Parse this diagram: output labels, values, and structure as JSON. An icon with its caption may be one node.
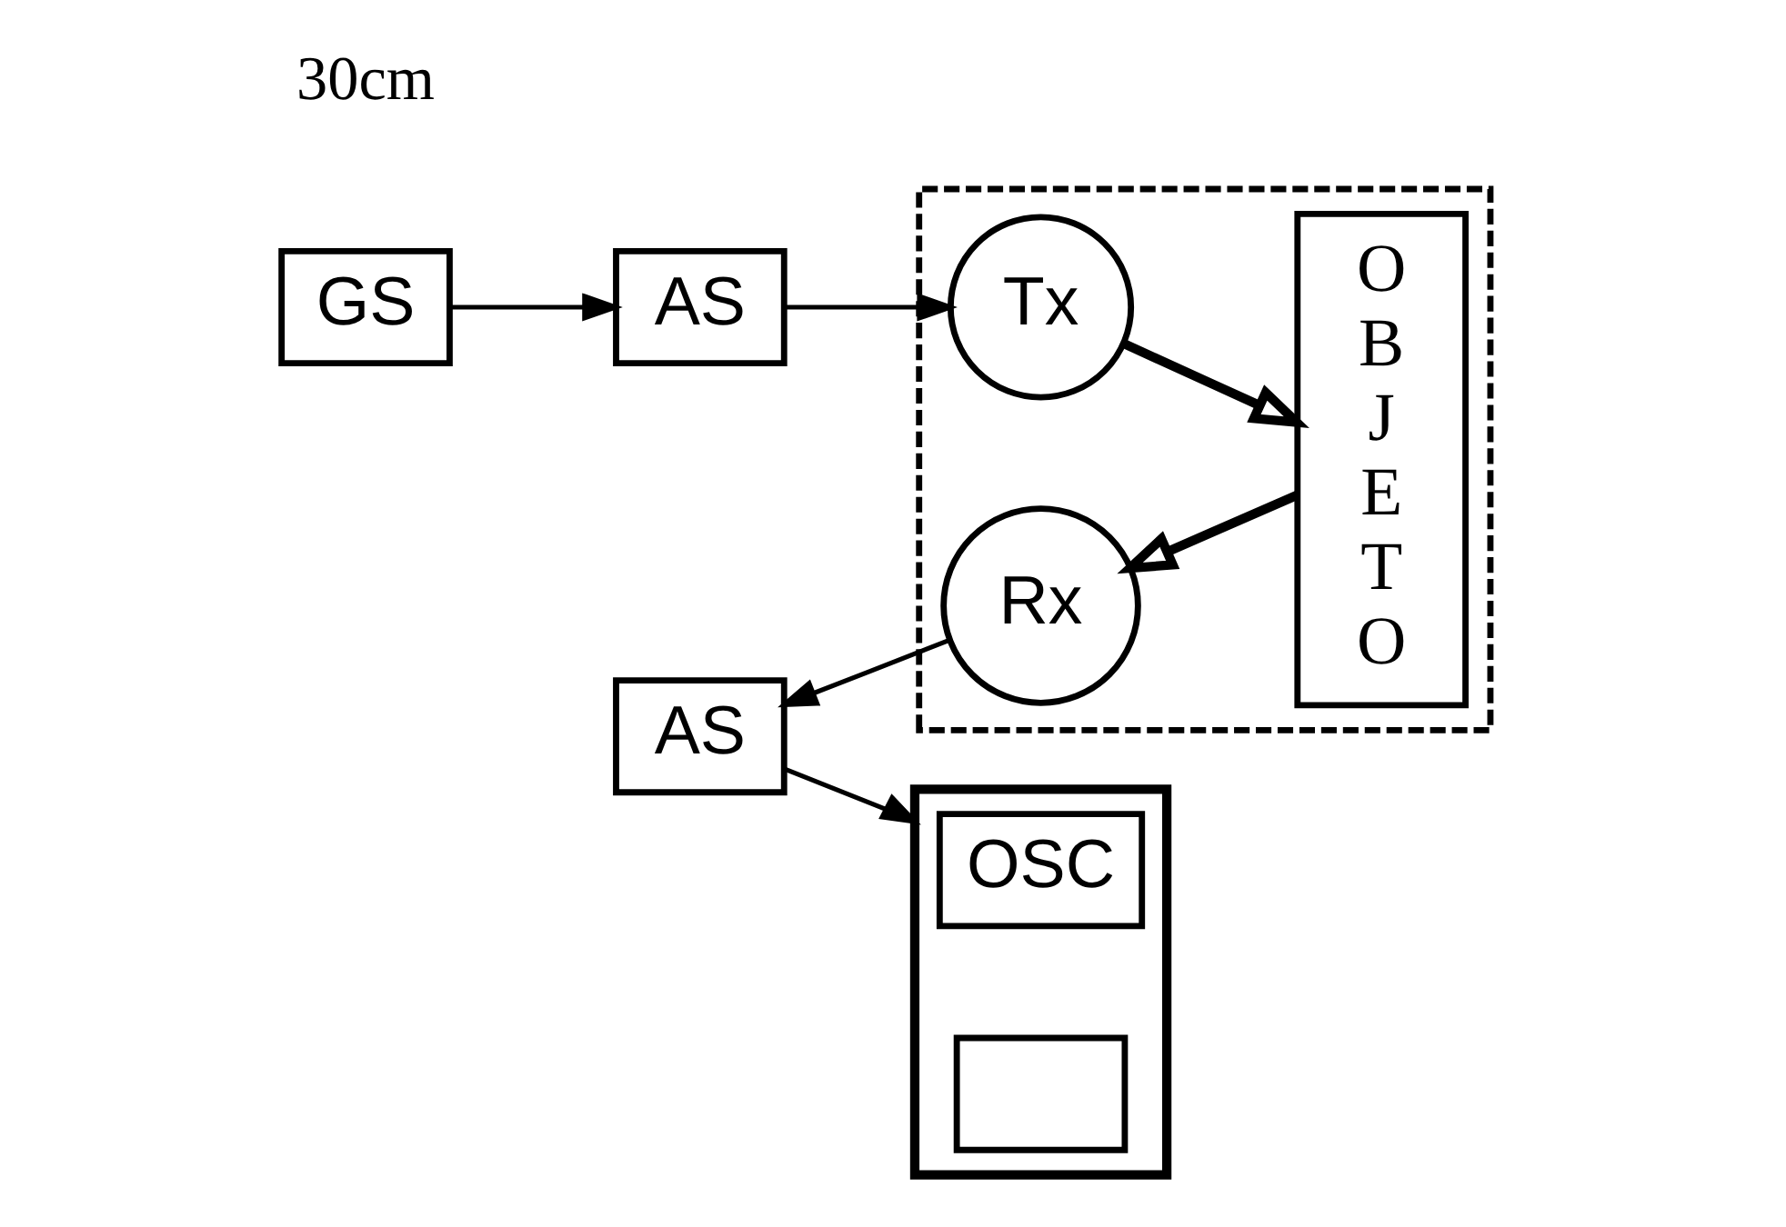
{
  "diagram": {
    "nodes": [
      {
        "text": [
          "GS"
        ]
      },
      {
        "text": [
          "AS"
        ]
      },
      {
        "text": [],
        "shape": "box"
      },
      {
        "text": [
          "Tx"
        ],
        "in": 2
      },
      {
        "text": [
          "O B J E T O"
        ],
        "in": 2
      },
      {
        "text": [],
        "shape": "box"
      },
      {
        "text": [
          "OSC"
        ],
        "in": 5
      },
      {
        "text": [],
        "shape": "box",
        "in": 5
      },
      {
        "text": [
          "AS"
        ]
      },
      {
        "text": [
          "Rx"
        ],
        "in": 2
      }
    ],
    "edges": [
      {
        "from": 0,
        "to": 1,
        "arrow": "to"
      },
      {
        "from": 1,
        "to": 3,
        "arrow": "to"
      },
      {
        "from": 3,
        "to": 4,
        "arrow": "to",
        "style": "thick"
      },
      {
        "from": 4,
        "to": 9,
        "arrow": "to",
        "style": "thick"
      },
      {
        "from": 9,
        "to": 8,
        "arrow": "to"
      },
      {
        "from": 8,
        "to": 5,
        "arrow": "to"
      }
    ],
    "labels": [
      "30cm"
    ]
  }
}
